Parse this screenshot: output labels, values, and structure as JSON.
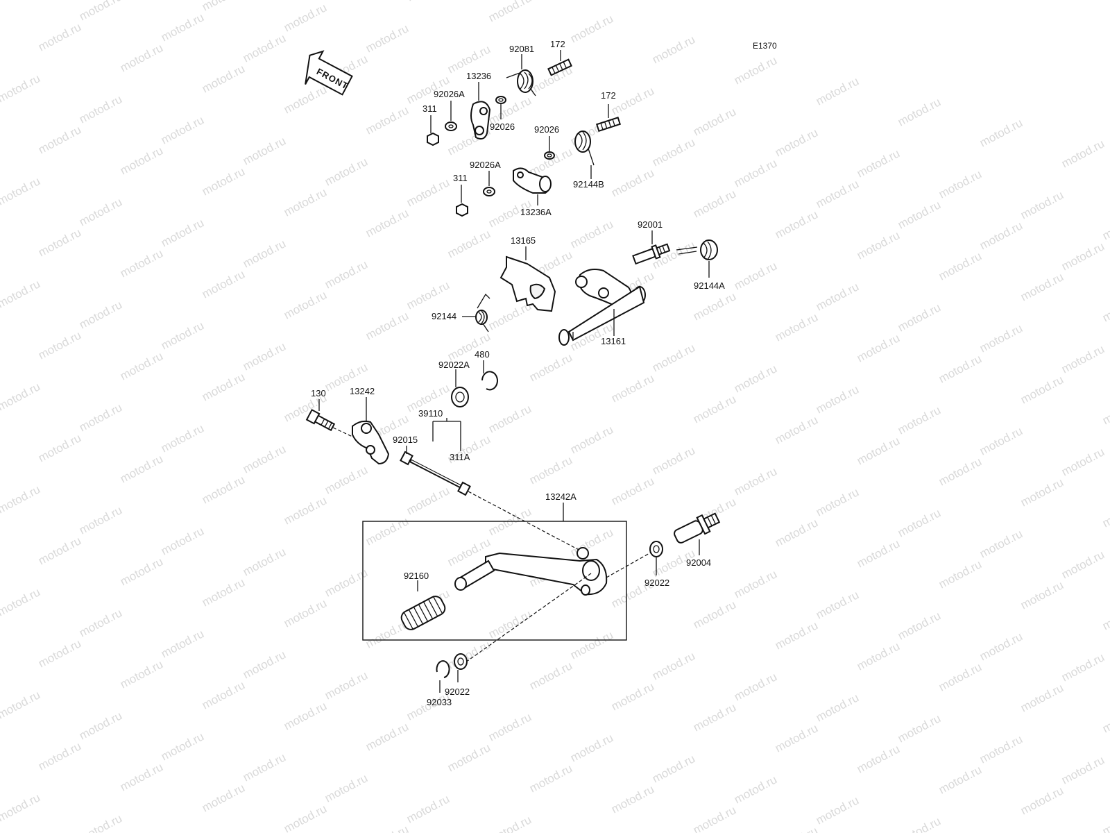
{
  "diagram": {
    "code": "E1370",
    "front_label": "FRONT",
    "watermark": "motod.ru",
    "labels": {
      "p92081": "92081",
      "p172a": "172",
      "p13236": "13236",
      "p92026A_a": "92026A",
      "p311_a": "311",
      "p92026_a": "92026",
      "p172b": "172",
      "p92026_b": "92026",
      "p92026A_b": "92026A",
      "p311_b": "311",
      "p92144B": "92144B",
      "p13236A": "13236A",
      "p92001": "92001",
      "p13165": "13165",
      "p92144A": "92144A",
      "p92144": "92144",
      "p13161": "13161",
      "p480": "480",
      "p92022A": "92022A",
      "p130": "130",
      "p13242": "13242",
      "p39110": "39110",
      "p92015": "92015",
      "p311A": "311A",
      "p13242A": "13242A",
      "p92160": "92160",
      "p92004": "92004",
      "p92022_a": "92022",
      "p92022_b": "92022",
      "p92033": "92033"
    }
  }
}
